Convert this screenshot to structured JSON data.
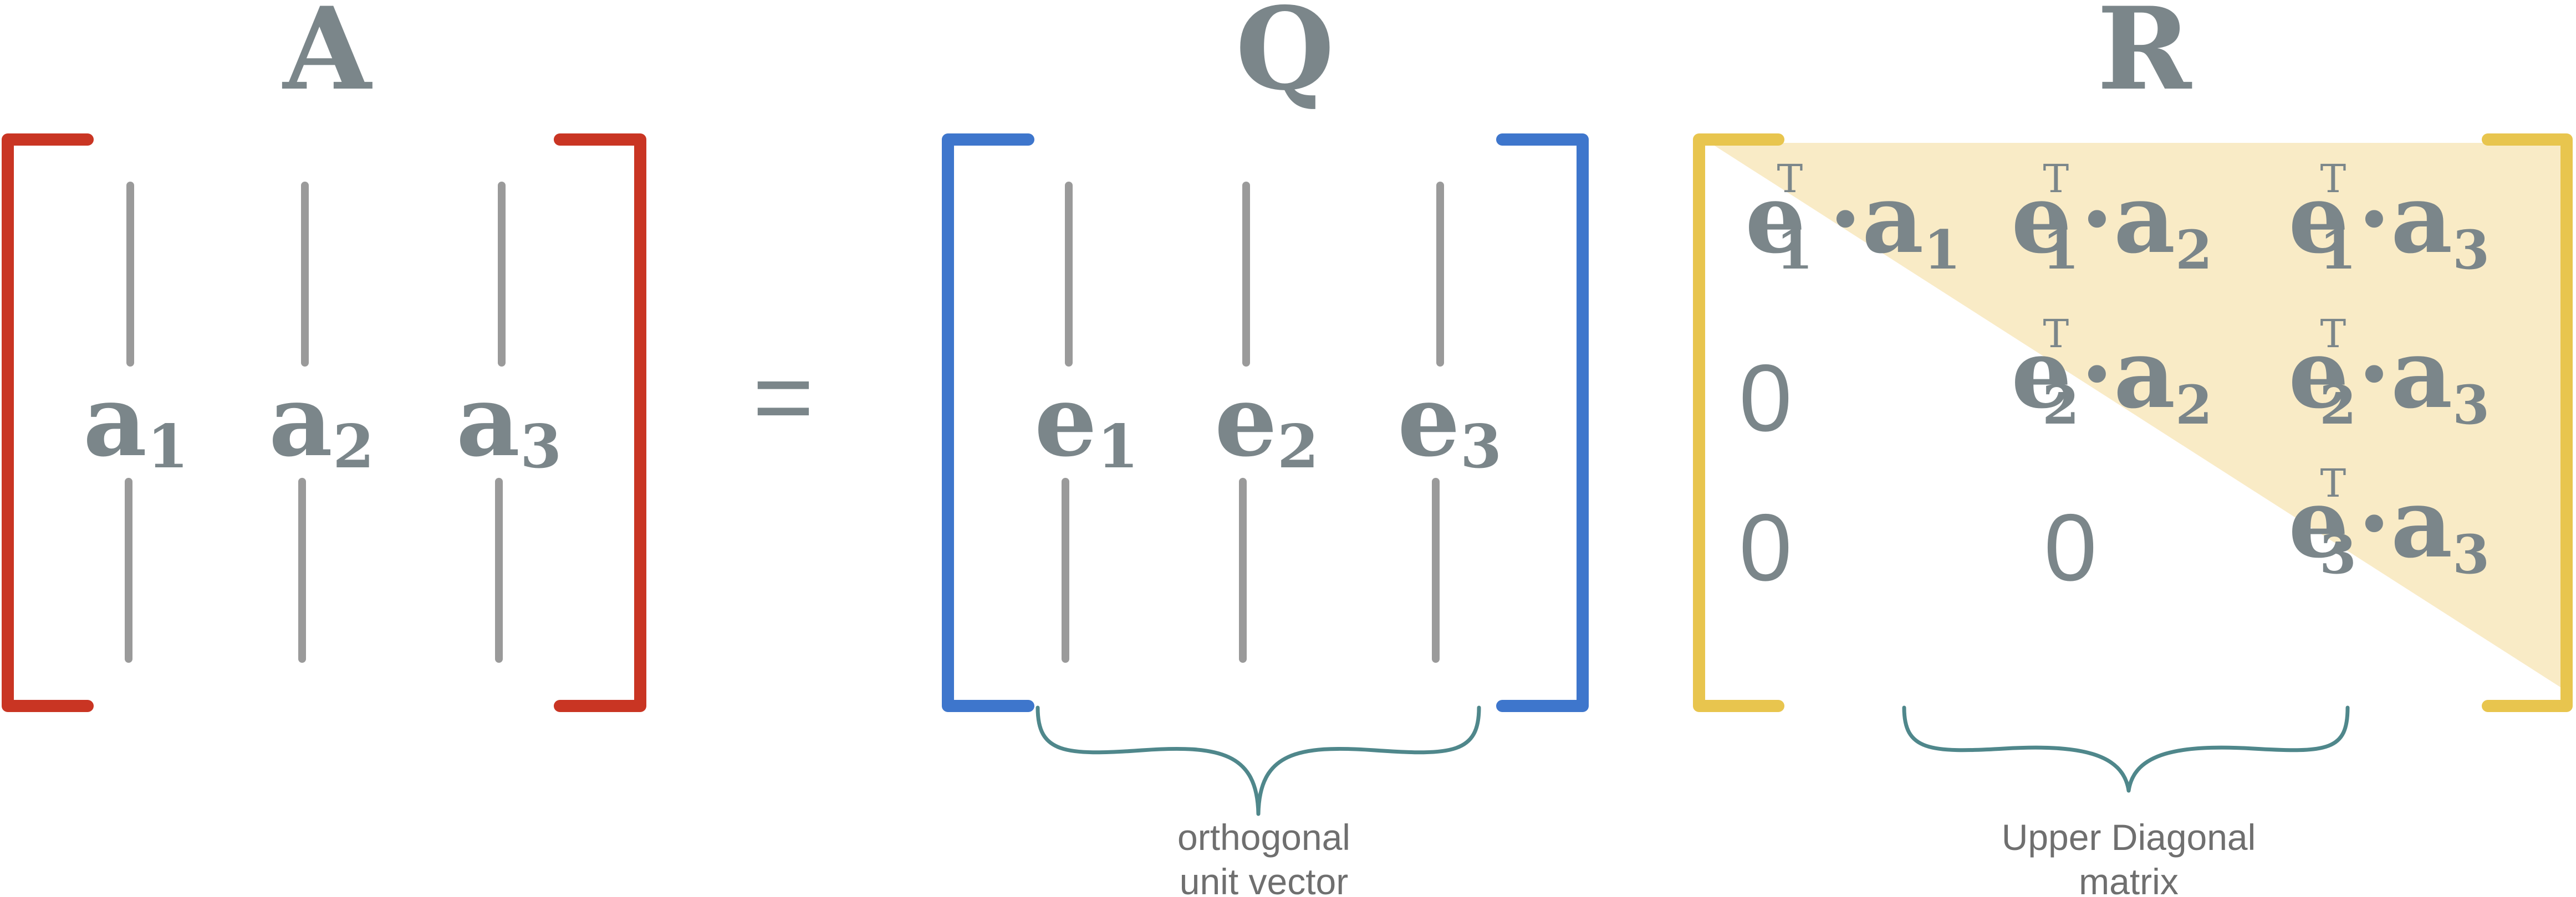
{
  "colors": {
    "a_bracket": "#c93523",
    "q_bracket": "#3e76cc",
    "r_bracket": "#e8c54e",
    "r_triangle_fill": "#f9ebc6",
    "brace": "#4f878b",
    "text": "#7b868a"
  },
  "titles": {
    "a": "A",
    "q": "Q",
    "r": "R"
  },
  "equals": "=",
  "matrix_a": {
    "columns": [
      {
        "base": "a",
        "sub": "1"
      },
      {
        "base": "a",
        "sub": "2"
      },
      {
        "base": "a",
        "sub": "3"
      }
    ]
  },
  "matrix_q": {
    "columns": [
      {
        "base": "e",
        "sub": "1"
      },
      {
        "base": "e",
        "sub": "2"
      },
      {
        "base": "e",
        "sub": "3"
      }
    ]
  },
  "matrix_r": {
    "superscript": "T",
    "dot": "·",
    "zero": "0",
    "rows": [
      [
        {
          "e": "1",
          "a": "1"
        },
        {
          "e": "1",
          "a": "2"
        },
        {
          "e": "1",
          "a": "3"
        }
      ],
      [
        null,
        {
          "e": "2",
          "a": "2"
        },
        {
          "e": "2",
          "a": "3"
        }
      ],
      [
        null,
        null,
        {
          "e": "3",
          "a": "3"
        }
      ]
    ]
  },
  "annotations": {
    "q": [
      "orthogonal",
      "unit vector"
    ],
    "r": [
      "Upper Diagonal",
      "matrix"
    ]
  }
}
